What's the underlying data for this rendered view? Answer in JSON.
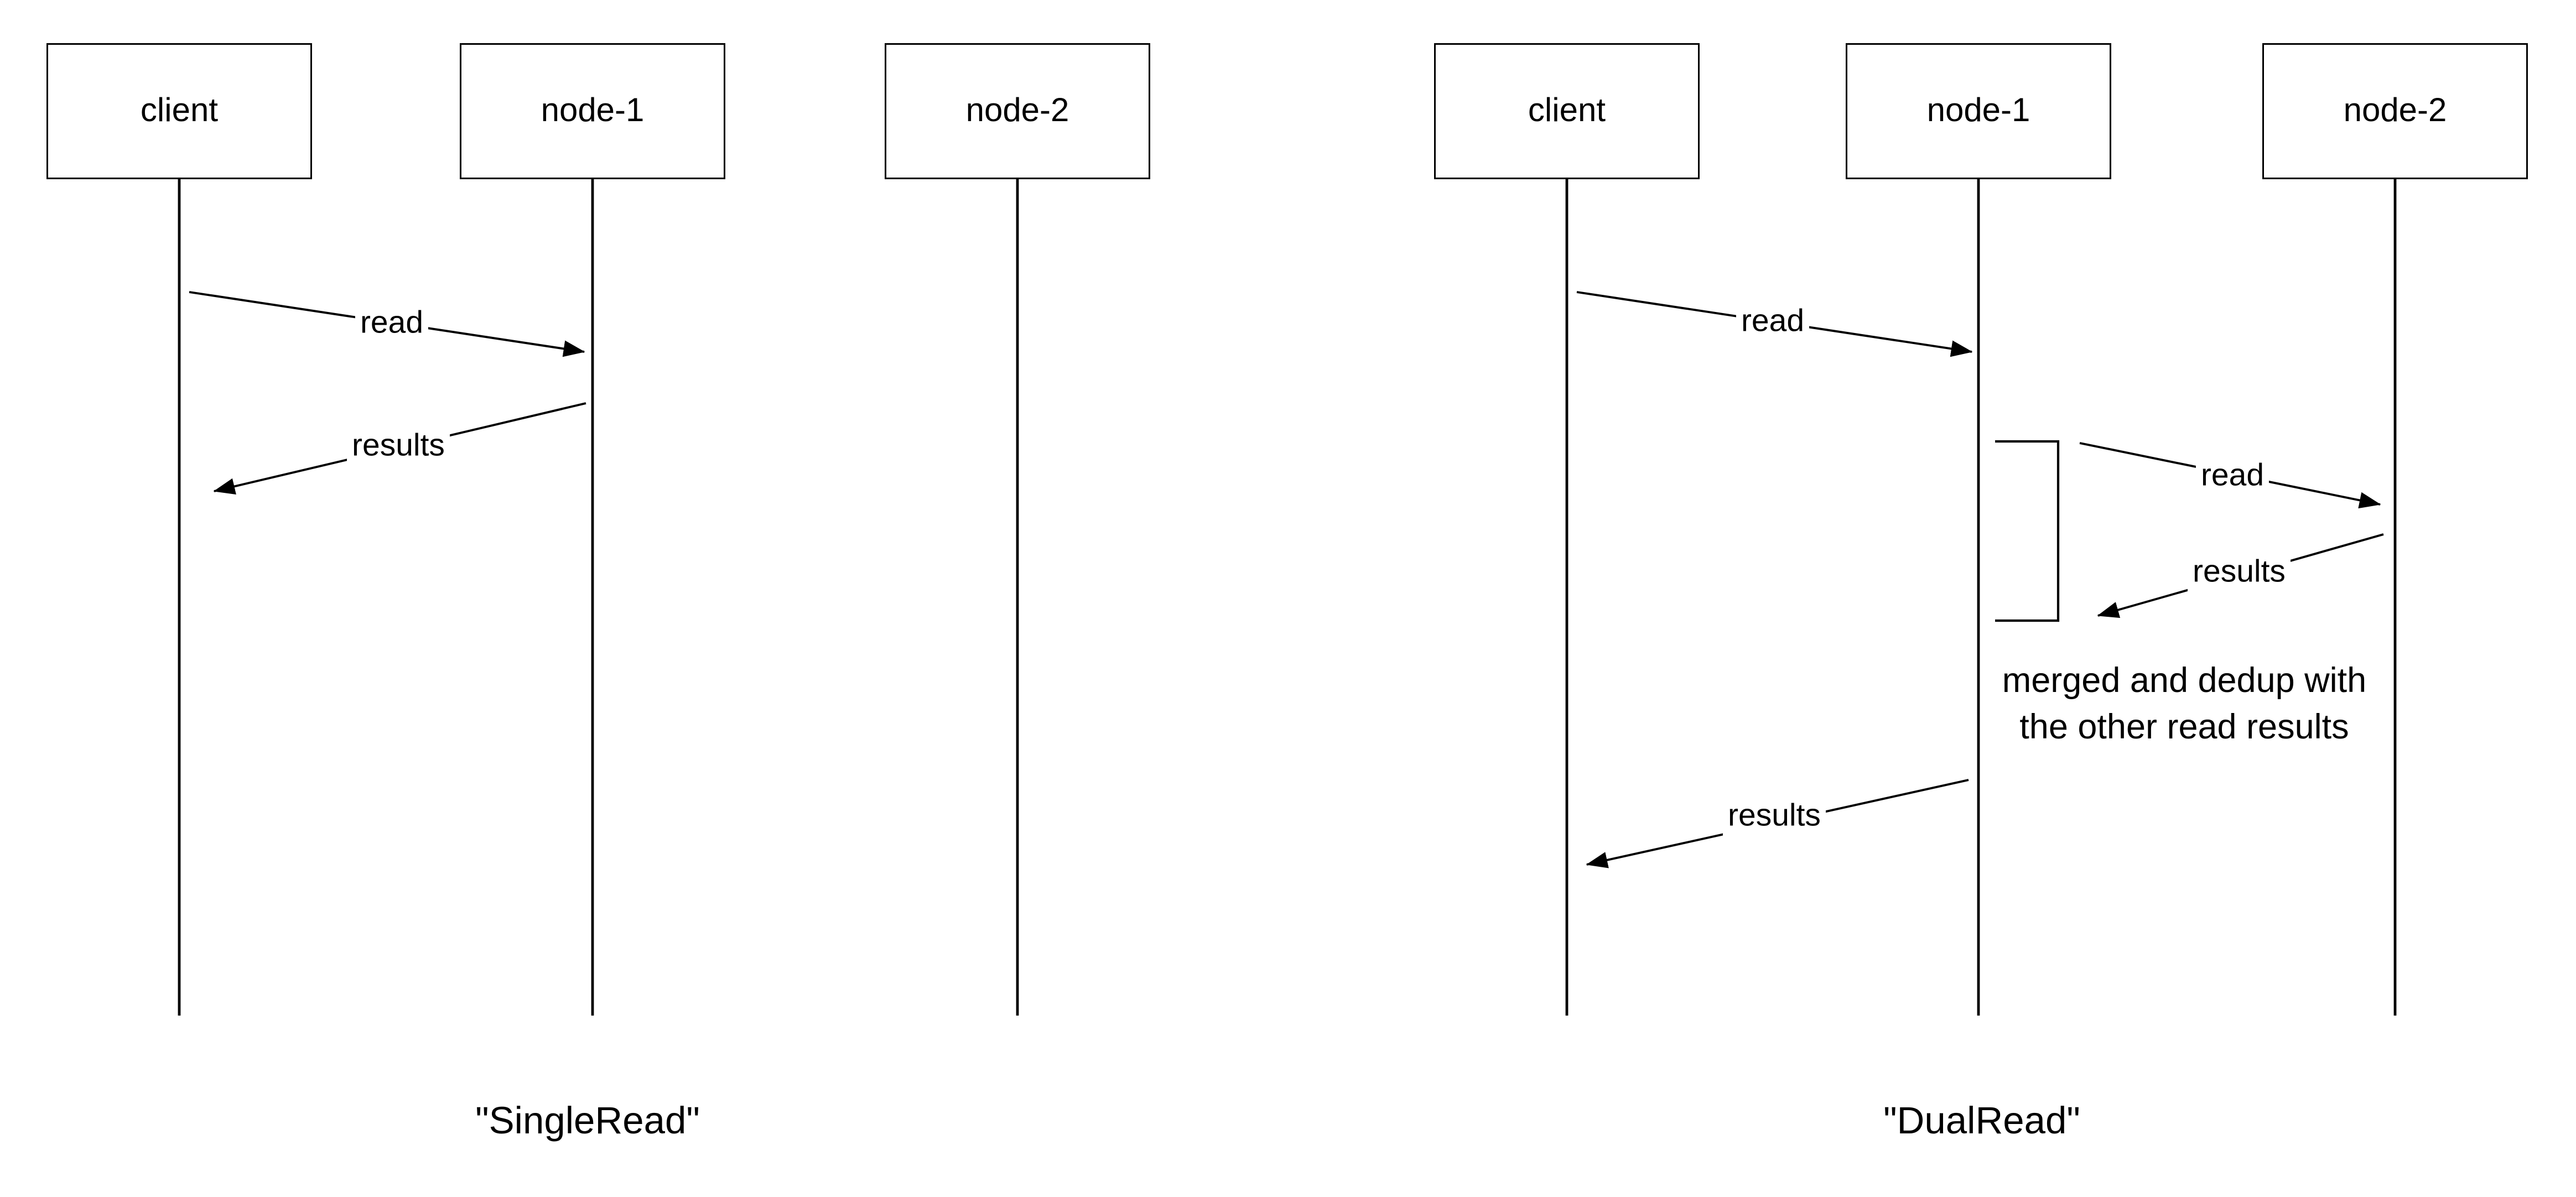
{
  "colors": {
    "line": "#000000",
    "text": "#000000",
    "background": "#ffffff"
  },
  "diagrams": [
    {
      "caption": "\"SingleRead\"",
      "participants": [
        {
          "label": "client"
        },
        {
          "label": "node-1"
        },
        {
          "label": "node-2"
        }
      ],
      "messages": [
        {
          "label": "read",
          "from": "client",
          "to": "node-1"
        },
        {
          "label": "results",
          "from": "node-1",
          "to": "client"
        }
      ]
    },
    {
      "caption": "\"DualRead\"",
      "participants": [
        {
          "label": "client"
        },
        {
          "label": "node-1"
        },
        {
          "label": "node-2"
        }
      ],
      "messages": [
        {
          "label": "read",
          "from": "client",
          "to": "node-1"
        },
        {
          "label": "read",
          "from": "node-1",
          "to": "node-2"
        },
        {
          "label": "results",
          "from": "node-2",
          "to": "node-1"
        },
        {
          "label": "results",
          "from": "node-1",
          "to": "client"
        }
      ],
      "note": {
        "line1": "merged and dedup with",
        "line2": "the other read results"
      }
    }
  ]
}
